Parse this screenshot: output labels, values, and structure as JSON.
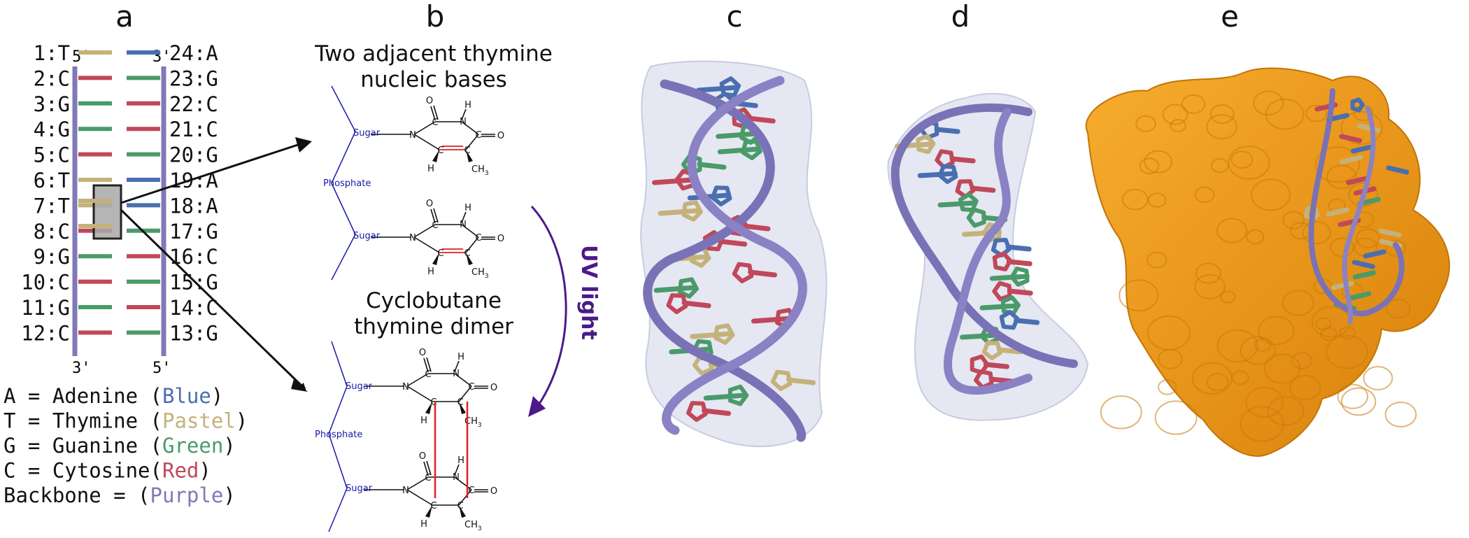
{
  "panels": {
    "a": {
      "letter": "a",
      "prime_top_left": "5'",
      "prime_top_right": "3'",
      "prime_bottom_left": "3'",
      "prime_bottom_right": "5'",
      "left_strand": [
        "1:T",
        "2:C",
        "3:G",
        "4:G",
        "5:C",
        "6:T",
        "7:T",
        "8:C",
        "9:G",
        "10:C",
        "11:G",
        "12:C"
      ],
      "right_strand": [
        "24:A",
        "23:G",
        "22:C",
        "21:C",
        "20:G",
        "19:A",
        "18:A",
        "17:G",
        "16:C",
        "15:G",
        "14:C",
        "13:G"
      ],
      "legend": [
        {
          "prefix": "A = Adenine (",
          "color_word": "Blue",
          "suffix": ")",
          "color": "#4a6fb0"
        },
        {
          "prefix": "T = Thymine (",
          "color_word": "Pastel",
          "suffix": ")",
          "color": "#c4b27a"
        },
        {
          "prefix": "G = Guanine (",
          "color_word": "Green",
          "suffix": ")",
          "color": "#4a9a6a"
        },
        {
          "prefix": "C = Cytosine(",
          "color_word": "Red",
          "suffix": ")",
          "color": "#c0485a"
        },
        {
          "prefix": "Backbone  = (",
          "color_word": "Purple",
          "suffix": ")",
          "color": "#8078b8"
        }
      ]
    },
    "b": {
      "letter": "b",
      "title_top_line1": "Two adjacent thymine",
      "title_top_line2": "nucleic bases",
      "title_bottom_line1": "Cyclobutane",
      "title_bottom_line2": "thymine dimer",
      "uv_label": "UV light",
      "sugar": "Sugar",
      "phosphate": "Phosphate",
      "atom_o": "O",
      "atom_n": "N",
      "atom_h": "H",
      "atom_c": "C",
      "atom_ch3": "CH",
      "subscript_3": "3"
    },
    "c": {
      "letter": "c"
    },
    "d": {
      "letter": "d"
    },
    "e": {
      "letter": "e"
    }
  },
  "colors": {
    "adenine": "#4a6fb0",
    "thymine": "#c4b27a",
    "guanine": "#4a9a6a",
    "cytosine": "#c0485a",
    "backbone": "#8078b8",
    "protein": "#f29a0c",
    "dimer_bond": "#e02020",
    "sugar_text": "#1a1aa8",
    "uv_arrow": "#4b1a88"
  }
}
